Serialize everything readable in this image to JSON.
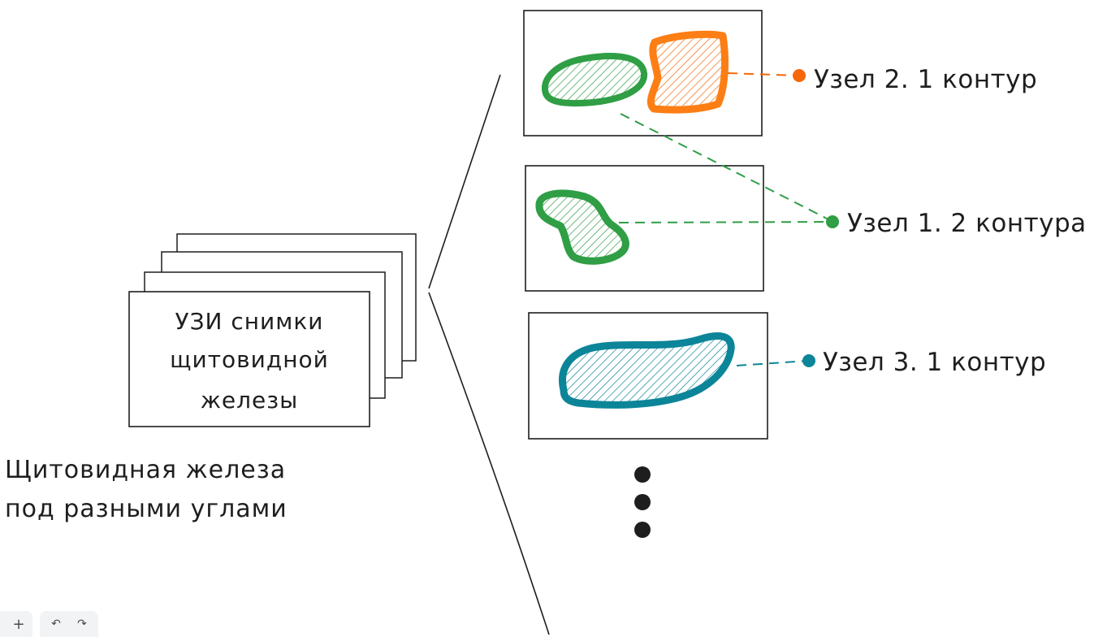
{
  "stack": {
    "lines": [
      "УЗИ снимки",
      "щитовидной",
      "железы"
    ]
  },
  "caption": {
    "lines": [
      "Щитовидная железа",
      "под разными углами"
    ]
  },
  "nodes": [
    {
      "label": "Узел 2. 1 контур",
      "color": "#f76707"
    },
    {
      "label": "Узел 1. 2 контура",
      "color": "#2f9e44"
    },
    {
      "label": "Узел 3. 1 контур",
      "color": "#0c8599"
    }
  ],
  "colors": {
    "stroke": "#1e1e1e",
    "green": "#2f9e44",
    "orange": "#fd7e14",
    "teal": "#0c8599"
  },
  "toolbar": {
    "zoom_in_icon": "+",
    "undo_icon": "↶",
    "redo_icon": "↷"
  }
}
